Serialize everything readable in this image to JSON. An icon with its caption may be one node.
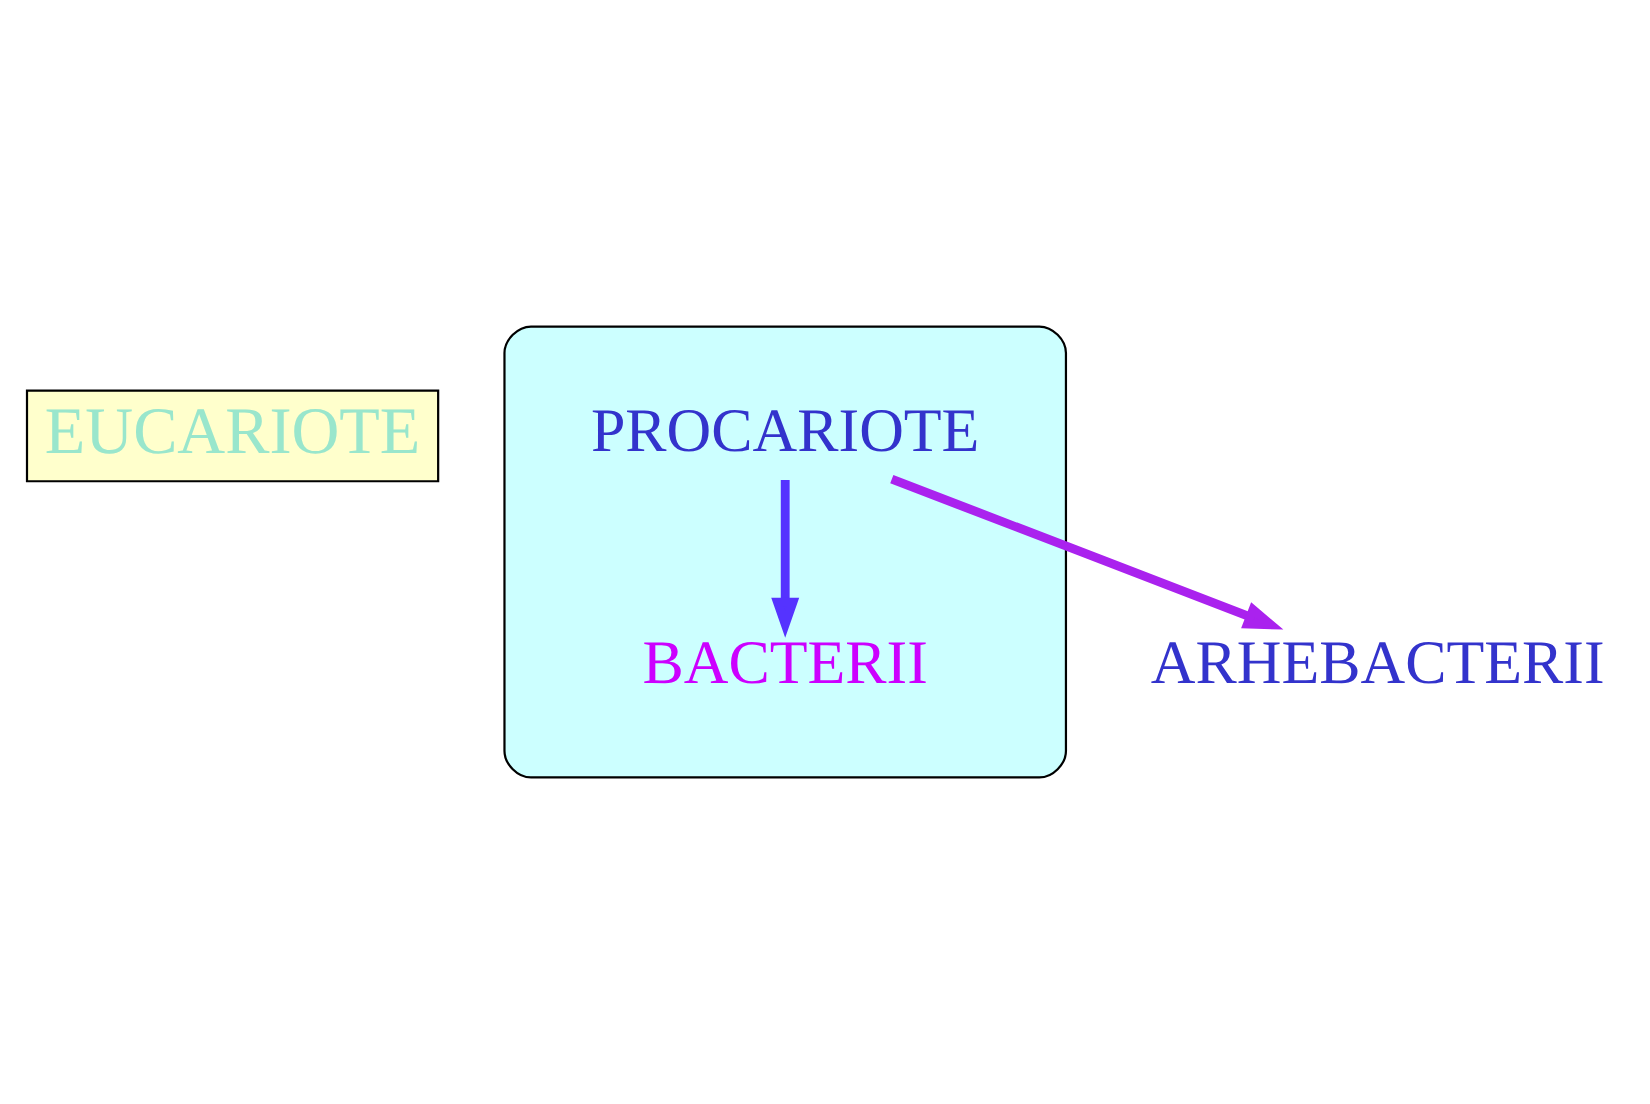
{
  "diagram": {
    "nodes": [
      {
        "text": [
          "EUCARIOTE"
        ]
      },
      {
        "text": [],
        "shape": "ellipse"
      },
      {
        "text": [
          "PROCARIOTE"
        ],
        "in": 1
      },
      {
        "text": [
          "BACTERII"
        ],
        "in": 1
      },
      {
        "text": [
          "ARHEBACTERII"
        ]
      }
    ],
    "edges": [
      {
        "from": 2,
        "to": 3,
        "arrow": "to"
      },
      {
        "from": 2,
        "to": 4,
        "arrow": "to"
      }
    ]
  }
}
